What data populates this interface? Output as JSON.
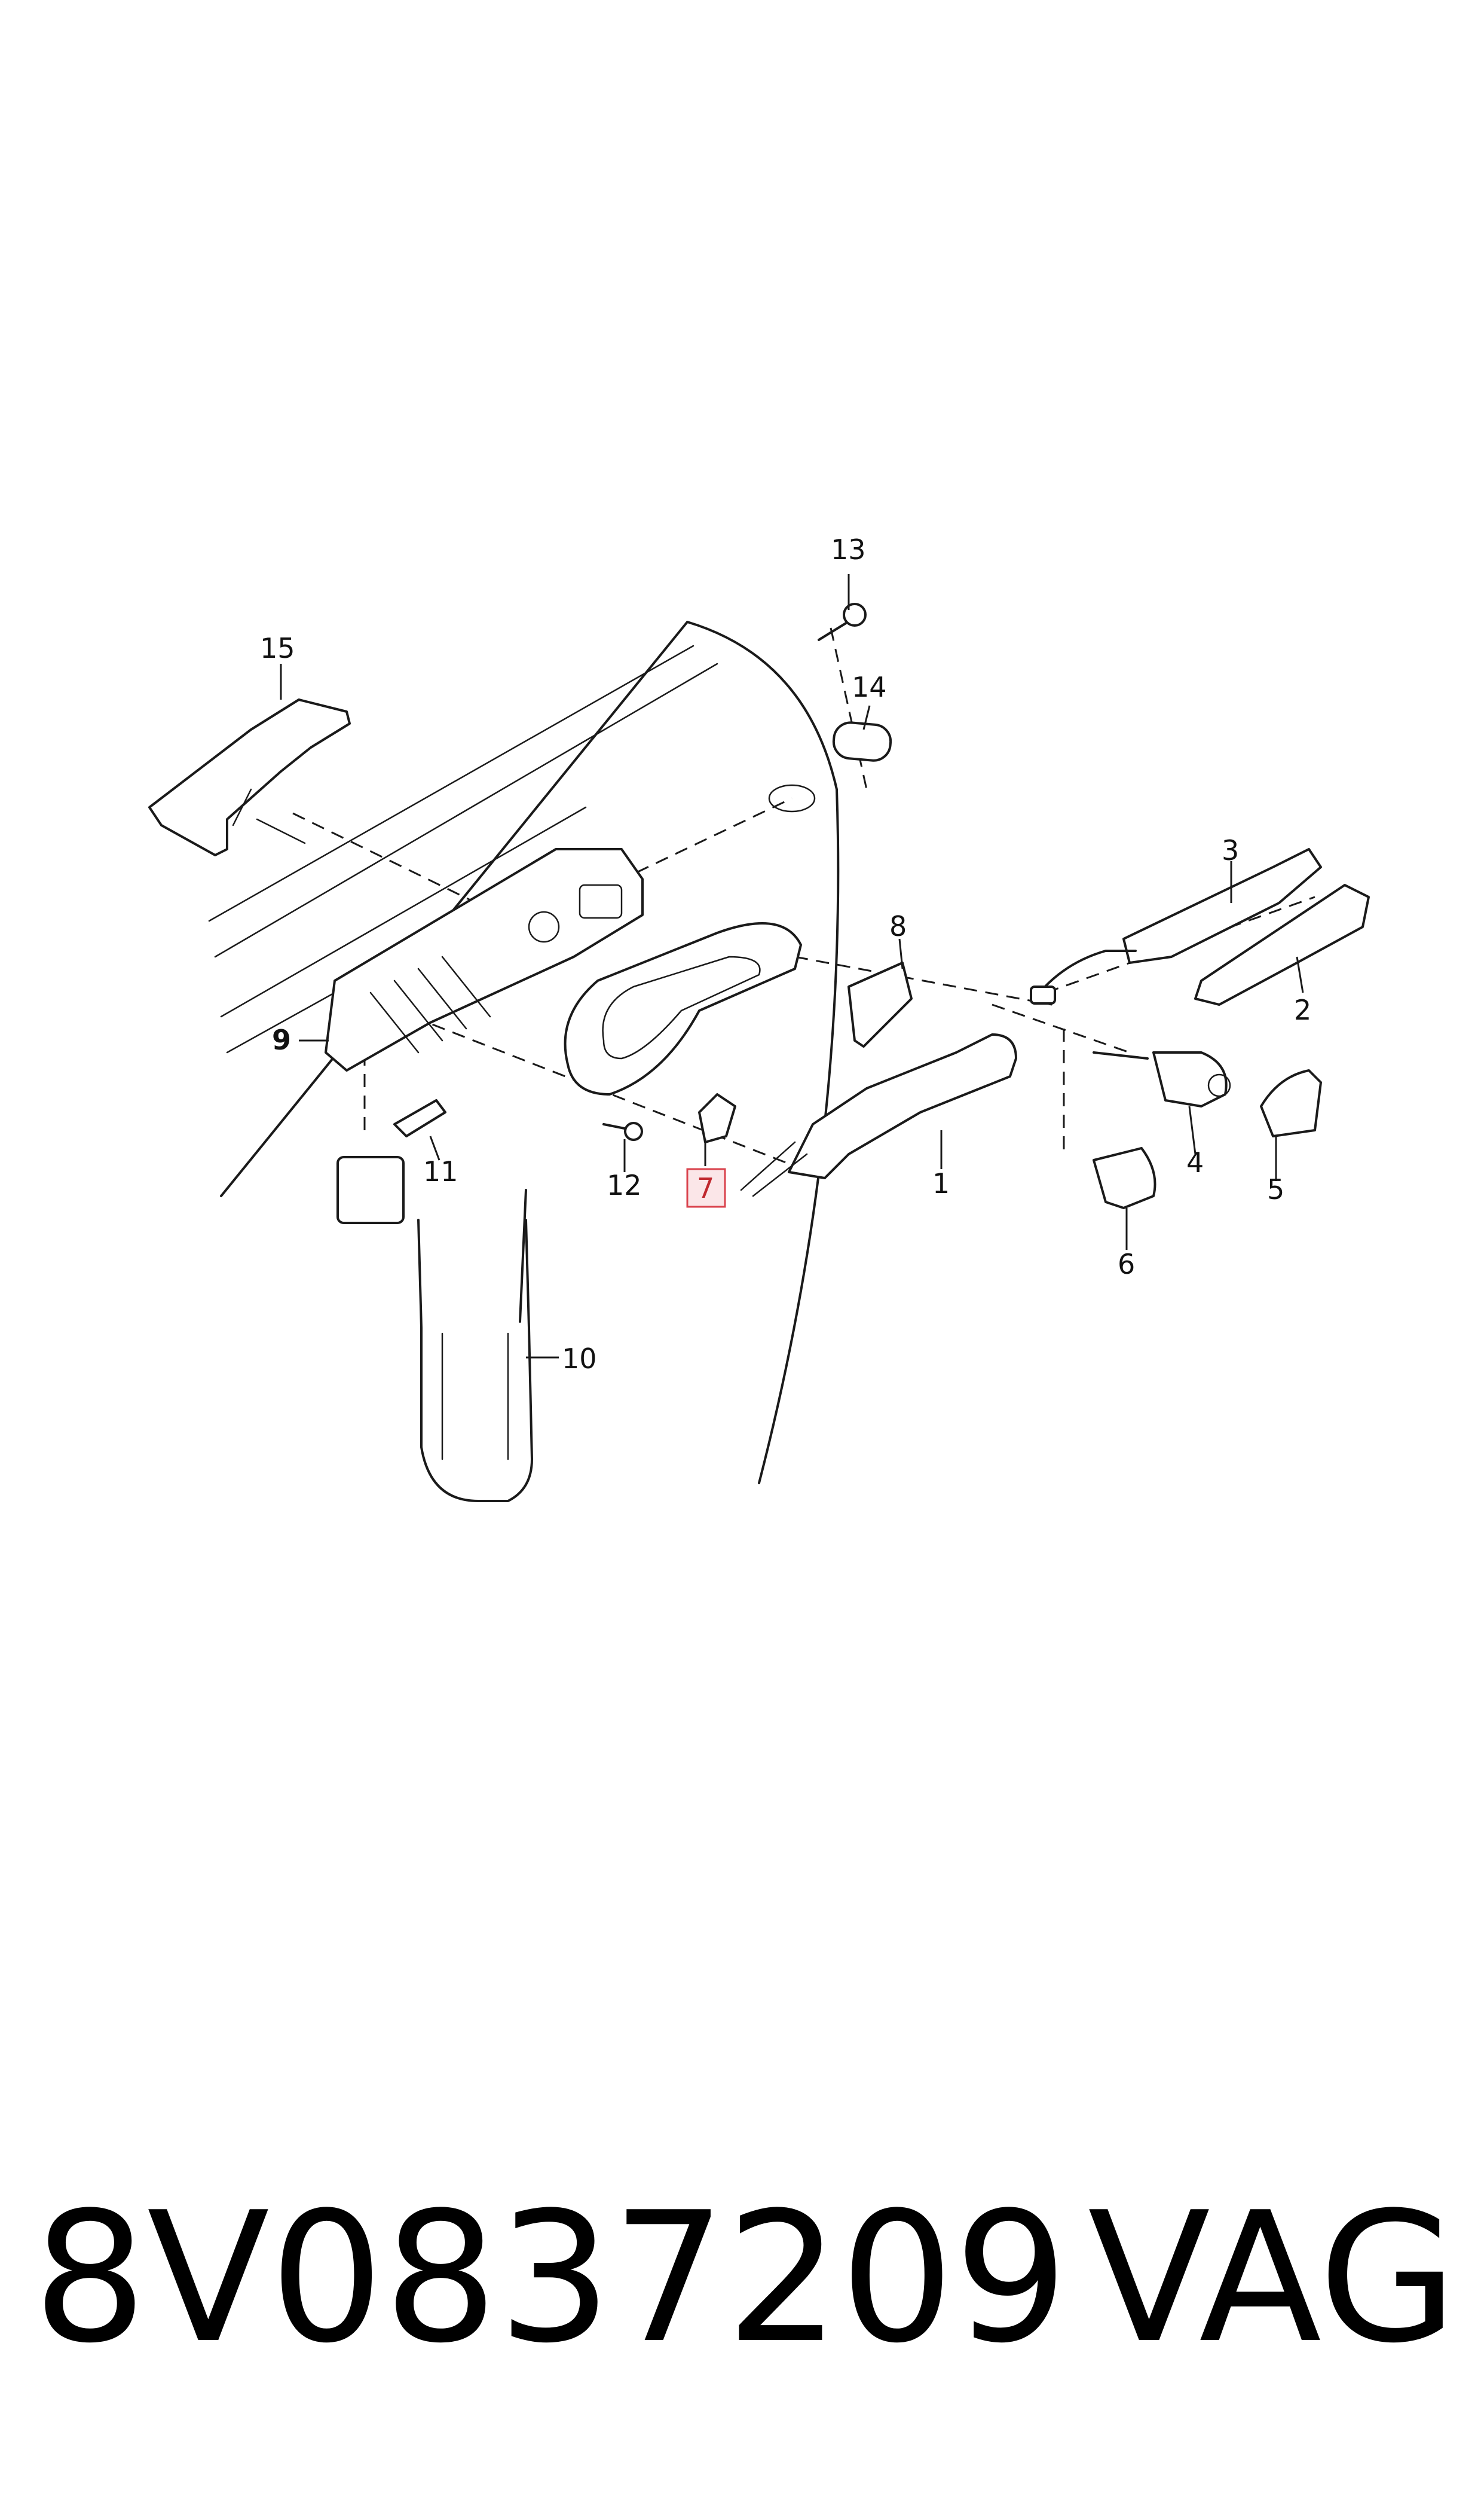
{
  "callouts": [
    {
      "id": "1",
      "label": "1",
      "highlighted": false,
      "bold": false
    },
    {
      "id": "2",
      "label": "2",
      "highlighted": false,
      "bold": false
    },
    {
      "id": "3",
      "label": "3",
      "highlighted": false,
      "bold": false
    },
    {
      "id": "4",
      "label": "4",
      "highlighted": false,
      "bold": false
    },
    {
      "id": "5",
      "label": "5",
      "highlighted": false,
      "bold": false
    },
    {
      "id": "6",
      "label": "6",
      "highlighted": false,
      "bold": false
    },
    {
      "id": "7",
      "label": "7",
      "highlighted": true,
      "bold": false
    },
    {
      "id": "8",
      "label": "8",
      "highlighted": false,
      "bold": false
    },
    {
      "id": "9",
      "label": "9",
      "highlighted": false,
      "bold": true
    },
    {
      "id": "10",
      "label": "10",
      "highlighted": false,
      "bold": false
    },
    {
      "id": "11",
      "label": "11",
      "highlighted": false,
      "bold": false
    },
    {
      "id": "12",
      "label": "12",
      "highlighted": false,
      "bold": false
    },
    {
      "id": "13",
      "label": "13",
      "highlighted": false,
      "bold": false
    },
    {
      "id": "14",
      "label": "14",
      "highlighted": false,
      "bold": false
    },
    {
      "id": "15",
      "label": "15",
      "highlighted": false,
      "bold": false
    }
  ],
  "footer": {
    "part_number": "8V0837209",
    "brand": "VAG"
  },
  "colors": {
    "line": "#1a1a1a",
    "highlight_stroke": "#d9424c",
    "highlight_fill": "#fbe6e8",
    "background": "#ffffff"
  }
}
